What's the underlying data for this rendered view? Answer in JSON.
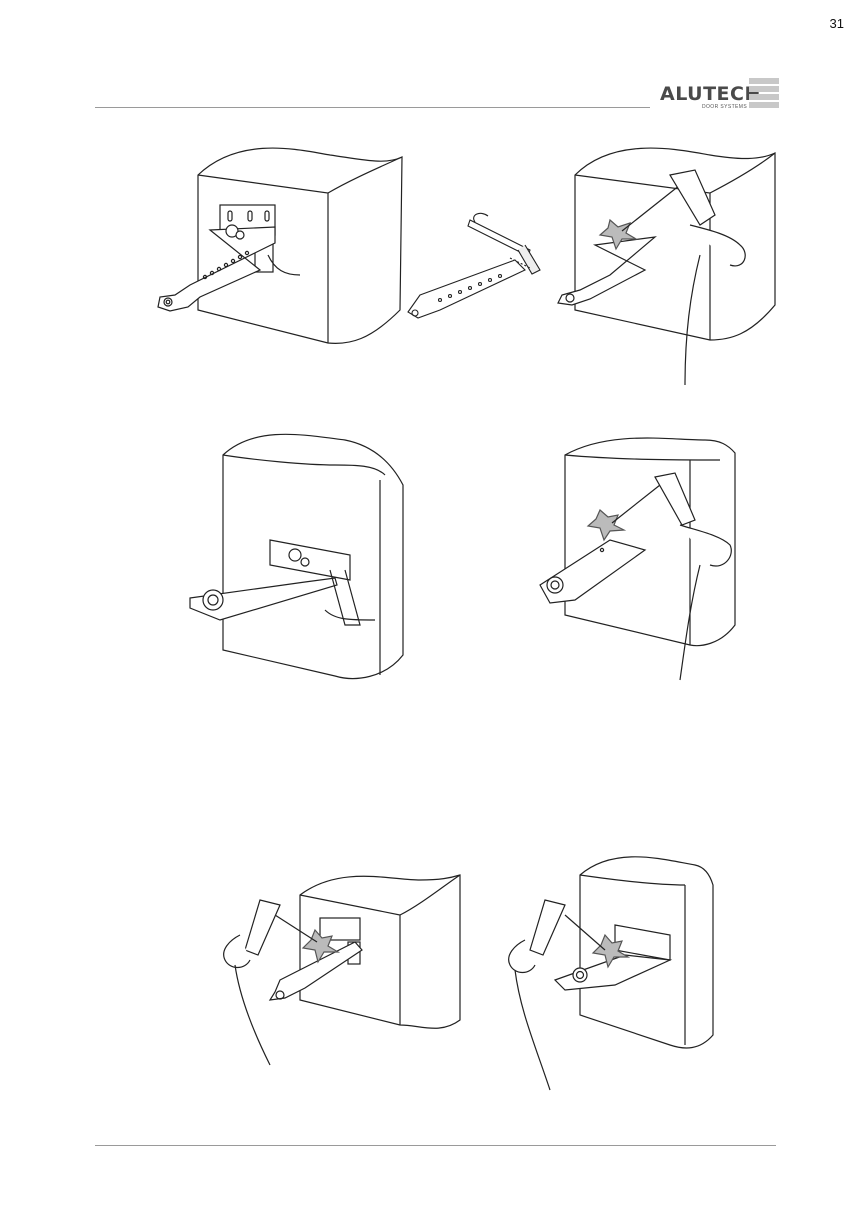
{
  "page": {
    "number": "31"
  },
  "logo": {
    "brand": "ALUTECH",
    "tagline": "DOOR SYSTEMS"
  },
  "figures": [
    {
      "name": "bracket-mounted-long-arm"
    },
    {
      "name": "hacksaw-cutting-arm"
    },
    {
      "name": "welding-bracket-top"
    },
    {
      "name": "bracket-mounted-short-arm"
    },
    {
      "name": "welding-short-arm"
    },
    {
      "name": "welding-bracket-lower-left"
    },
    {
      "name": "welding-bracket-lower-right"
    }
  ]
}
